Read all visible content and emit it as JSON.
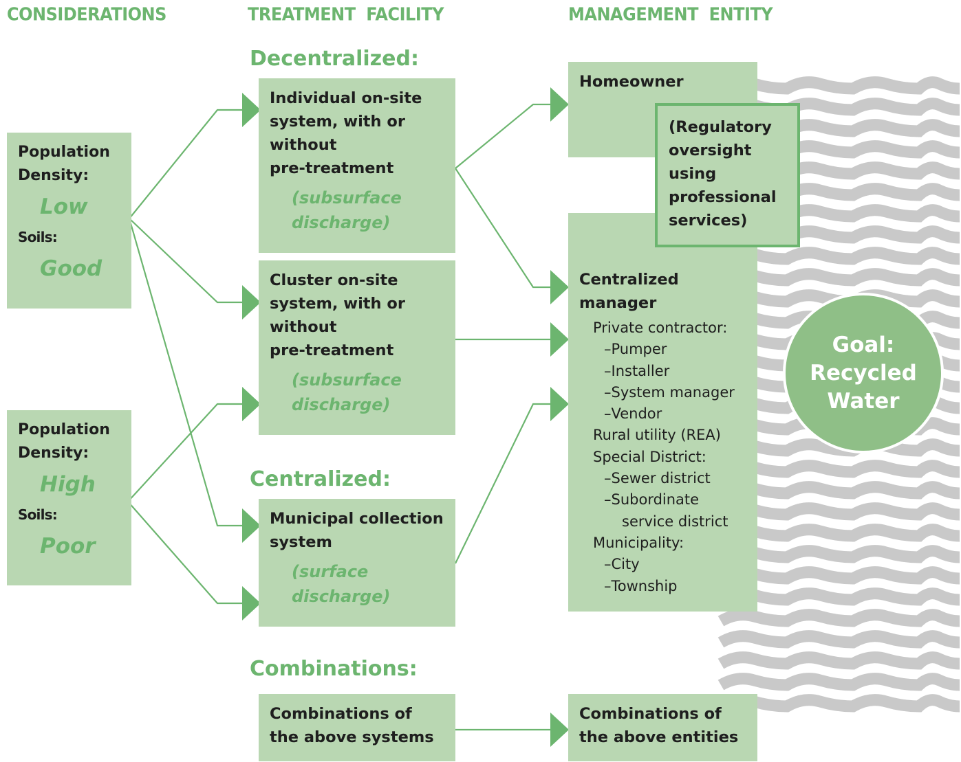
{
  "headers": {
    "considerations": "CONSIDERATIONS",
    "treatment_facility": "TREATMENT  FACILITY",
    "management_entity": "MANAGEMENT  ENTITY"
  },
  "considerations": {
    "low": {
      "density_label": "Population\nDensity:",
      "density_value": "Low",
      "soils_label": "Soils:",
      "soils_value": "Good"
    },
    "high": {
      "density_label": "Population\nDensity:",
      "density_value": "High",
      "soils_label": "Soils:",
      "soils_value": "Poor"
    }
  },
  "treatment": {
    "decentralized_heading": "Decentralized:",
    "individual": {
      "title": "Individual on-site\nsystem, with or\nwithout\npre-treatment",
      "note": "(subsurface\ndischarge)"
    },
    "cluster": {
      "title": "Cluster on-site\nsystem, with or\nwithout\npre-treatment",
      "note": "(subsurface\ndischarge)"
    },
    "centralized_heading": "Centralized:",
    "municipal": {
      "title": "Municipal collection\nsystem",
      "note": "(surface\ndischarge)"
    },
    "combinations_heading": "Combinations:",
    "combinations": {
      "title": "Combinations of\nthe above systems"
    }
  },
  "management": {
    "homeowner": "Homeowner",
    "oversight": "(Regulatory\noversight\nusing\nprofessional\nservices)",
    "centralized_title": "Centralized\nmanager",
    "items": [
      {
        "text": "Private contractor:",
        "level": 0
      },
      {
        "text": "–Pumper",
        "level": 1
      },
      {
        "text": "–Installer",
        "level": 1
      },
      {
        "text": "–System manager",
        "level": 1
      },
      {
        "text": "–Vendor",
        "level": 1
      },
      {
        "text": "Rural utility (REA)",
        "level": 0
      },
      {
        "text": "Special District:",
        "level": 0
      },
      {
        "text": "–Sewer district",
        "level": 1
      },
      {
        "text": "–Subordinate",
        "level": 1
      },
      {
        "text": "service district",
        "level": 2
      },
      {
        "text": "Municipality:",
        "level": 0
      },
      {
        "text": "–City",
        "level": 1
      },
      {
        "text": "–Township",
        "level": 1
      }
    ],
    "combinations": "Combinations of\nthe above entities"
  },
  "goal": "Goal:\nRecycled\nWater",
  "colors": {
    "box_fill": "#b9d7b2",
    "accent_green": "#6cb56f",
    "line_green": "#6cb56f",
    "wave_gray": "#c9c9c9",
    "goal_fill": "#8fbf87",
    "text": "#1e1e1e"
  }
}
